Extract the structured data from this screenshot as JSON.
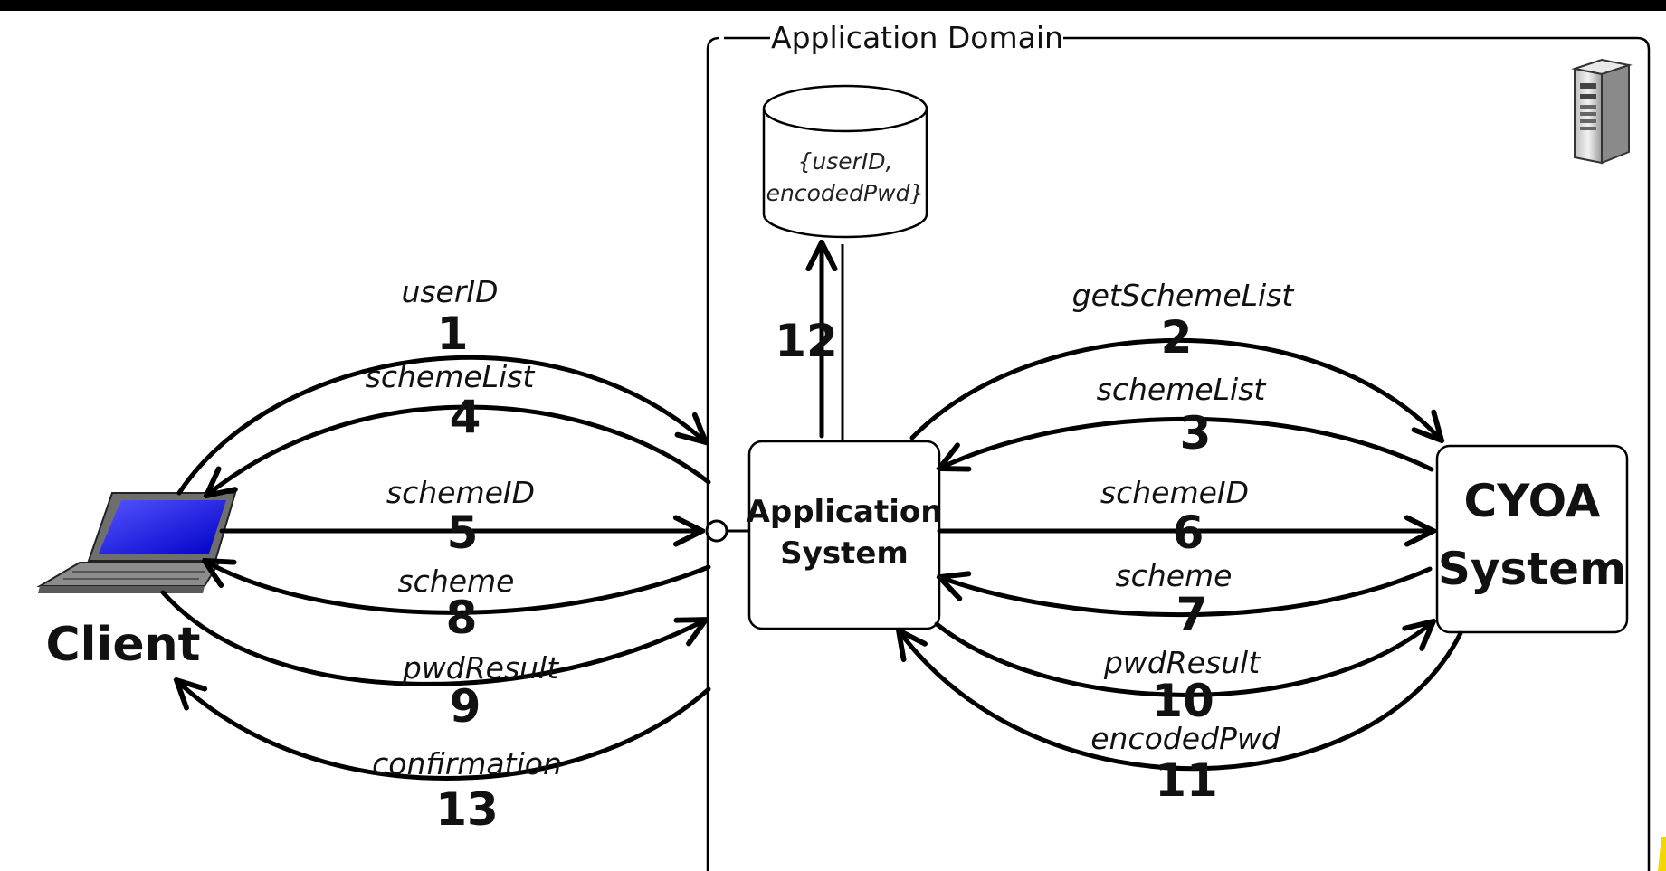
{
  "domain_label": "Application Domain",
  "nodes": {
    "client": "Client",
    "application_system": [
      "Application",
      "System"
    ],
    "cyoa_system": [
      "CYOA",
      "System"
    ],
    "database": [
      "{userID,",
      "encodedPwd}"
    ]
  },
  "messages": [
    {
      "step": "1",
      "label": "userID"
    },
    {
      "step": "2",
      "label": "getSchemeList"
    },
    {
      "step": "3",
      "label": "schemeList"
    },
    {
      "step": "4",
      "label": "schemeList"
    },
    {
      "step": "5",
      "label": "schemeID"
    },
    {
      "step": "6",
      "label": "schemeID"
    },
    {
      "step": "7",
      "label": "scheme"
    },
    {
      "step": "8",
      "label": "scheme"
    },
    {
      "step": "9",
      "label": "pwdResult"
    },
    {
      "step": "10",
      "label": "pwdResult"
    },
    {
      "step": "11",
      "label": "encodedPwd"
    },
    {
      "step": "12",
      "label": ""
    },
    {
      "step": "13",
      "label": "confirmation"
    }
  ],
  "icons": [
    "laptop-icon",
    "server-tower-icon"
  ],
  "colors": {
    "background": "#000000",
    "canvas": "#ffffff",
    "laptop_screen": "#2f2fff"
  }
}
